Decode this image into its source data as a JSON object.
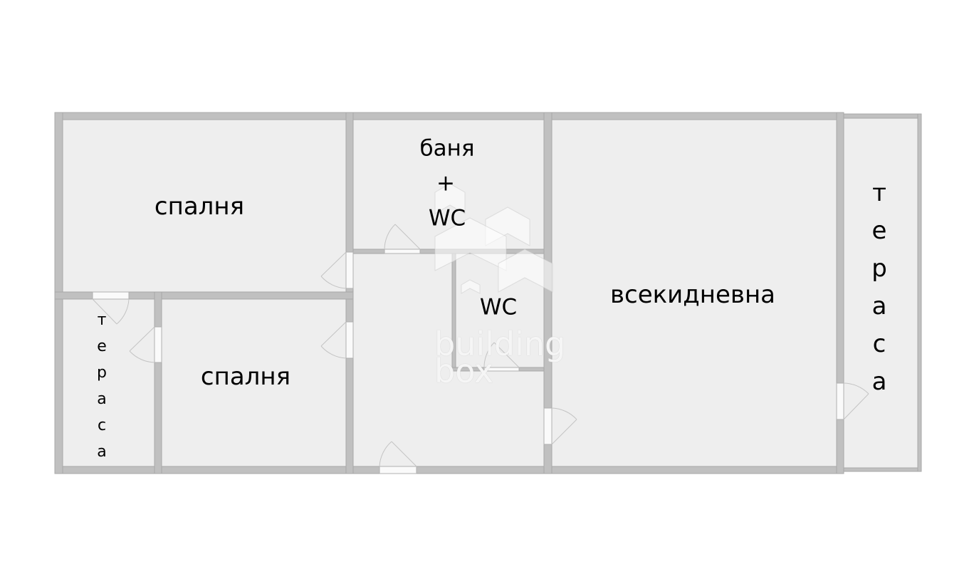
{
  "plan": {
    "colors": {
      "background": "#ffffff",
      "floor": "#eeeeee",
      "wall": "#c0c0c0",
      "wall_edge": "#a8a8a8",
      "door_opening": "#fafafa",
      "door_swing": "#b8b8b8"
    },
    "rooms": [
      {
        "id": "bedroom-1",
        "label": "спалня"
      },
      {
        "id": "bedroom-2",
        "label": "спалня"
      },
      {
        "id": "bathroom",
        "label_lines": [
          "баня",
          "+",
          "WC"
        ]
      },
      {
        "id": "wc",
        "label": "WC"
      },
      {
        "id": "living-room",
        "label": "всекидневна"
      },
      {
        "id": "terrace-left",
        "letters": [
          "т",
          "е",
          "р",
          "а",
          "с",
          "а"
        ]
      },
      {
        "id": "terrace-right",
        "letters": [
          "т",
          "е",
          "р",
          "а",
          "с",
          "а"
        ]
      },
      {
        "id": "hallway",
        "label": ""
      }
    ],
    "watermark": {
      "line1": "building",
      "line2": "box"
    }
  }
}
